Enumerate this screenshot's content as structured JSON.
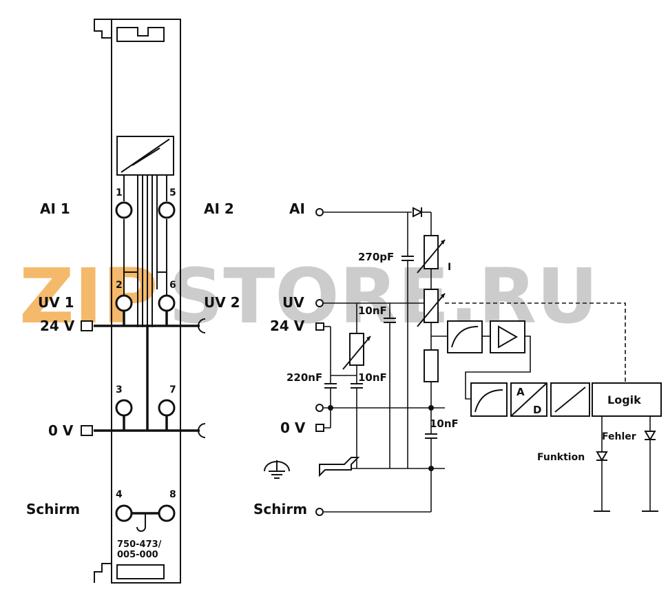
{
  "watermark": {
    "prefix": "ZIP",
    "suffix": "STORE.RU"
  },
  "module": {
    "label_ai1": "AI 1",
    "label_ai2": "AI 2",
    "label_uv1": "UV 1",
    "label_uv2": "UV 2",
    "label_24v": "24 V",
    "label_0v": "0 V",
    "label_schirm": "Schirm",
    "pin_1": "1",
    "pin_2": "2",
    "pin_3": "3",
    "pin_4": "4",
    "pin_5": "5",
    "pin_6": "6",
    "pin_7": "7",
    "pin_8": "8",
    "part_number_line1": "750-473/",
    "part_number_line2": "005-000"
  },
  "circuit": {
    "label_ai": "AI",
    "label_uv": "UV",
    "label_24v": "24 V",
    "label_0v": "0 V",
    "label_schirm": "Schirm",
    "cap_270pf": "270pF",
    "cap_10nf_a": "10nF",
    "cap_220nf": "220nF",
    "cap_10nf_b": "10nF",
    "cap_10nf_c": "10nF",
    "res_mark_i": "I",
    "adc_a": "A",
    "adc_d": "D",
    "logic_label": "Logik",
    "led_fehler": "Fehler",
    "led_funktion": "Funktion"
  }
}
